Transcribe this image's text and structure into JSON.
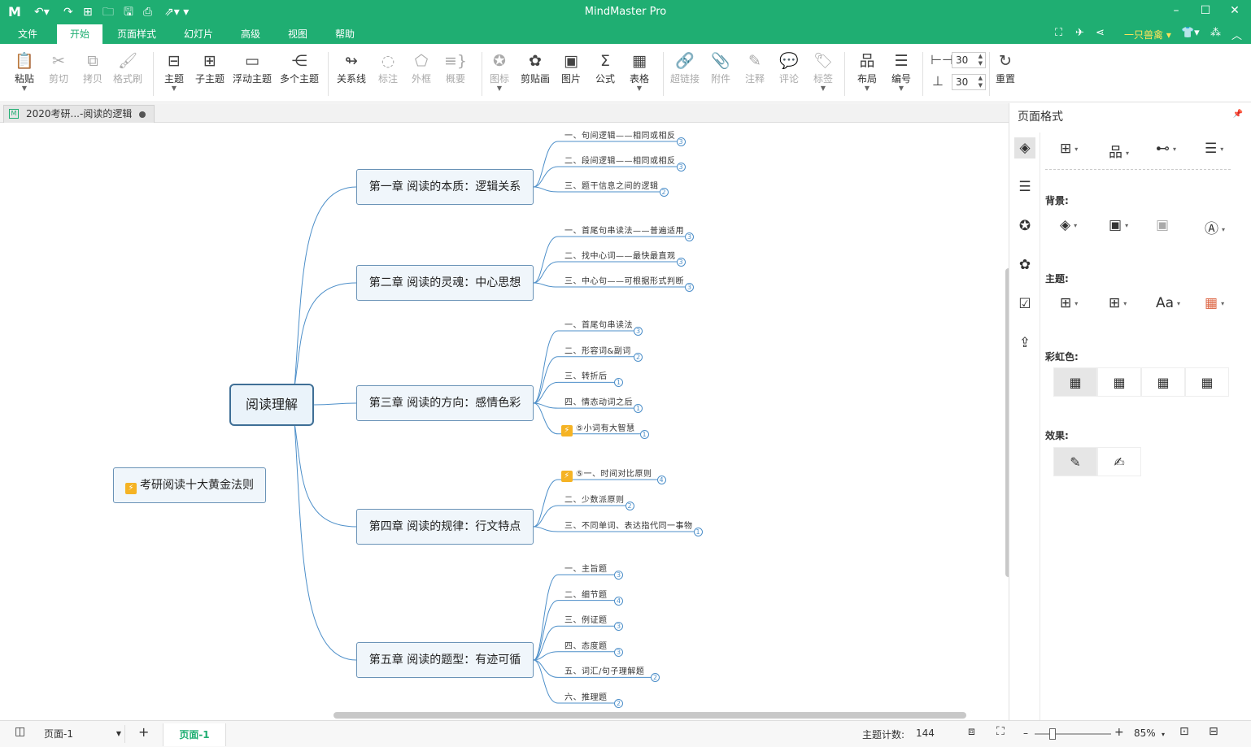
{
  "app": {
    "title": "MindMaster Pro",
    "logo": "M"
  },
  "quick_access": [
    "undo-icon",
    "redo-icon",
    "new-icon",
    "open-icon",
    "save-icon",
    "print-icon",
    "export-icon"
  ],
  "menu": {
    "items": [
      "文件",
      "开始",
      "页面样式",
      "幻灯片",
      "高级",
      "视图",
      "帮助"
    ],
    "active": "开始",
    "user": "一只兽禽"
  },
  "ribbon": {
    "groups": [
      [
        {
          "label": "粘贴",
          "icon": "📋",
          "car": true
        },
        {
          "label": "剪切",
          "icon": "✂",
          "dis": true
        },
        {
          "label": "拷贝",
          "icon": "⧉",
          "dis": true
        },
        {
          "label": "格式刷",
          "icon": "🖌",
          "dis": true
        }
      ],
      [
        {
          "label": "主题",
          "icon": "⊟",
          "car": true
        },
        {
          "label": "子主题",
          "icon": "⊞"
        },
        {
          "label": "浮动主题",
          "icon": "▭"
        },
        {
          "label": "多个主题",
          "icon": "⋲"
        }
      ],
      [
        {
          "label": "关系线",
          "icon": "↬"
        },
        {
          "label": "标注",
          "icon": "◌",
          "dis": true
        },
        {
          "label": "外框",
          "icon": "⬠",
          "dis": true
        },
        {
          "label": "概要",
          "icon": "≡}",
          "dis": true
        }
      ],
      [
        {
          "label": "图标",
          "icon": "✪",
          "dis": true,
          "car": true
        },
        {
          "label": "剪贴画",
          "icon": "✿"
        },
        {
          "label": "图片",
          "icon": "▣"
        },
        {
          "label": "公式",
          "icon": "Σ"
        },
        {
          "label": "表格",
          "icon": "▦",
          "car": true
        }
      ],
      [
        {
          "label": "超链接",
          "icon": "🔗",
          "dis": true
        },
        {
          "label": "附件",
          "icon": "📎",
          "dis": true
        },
        {
          "label": "注释",
          "icon": "✎",
          "dis": true
        },
        {
          "label": "评论",
          "icon": "💬",
          "dis": true
        },
        {
          "label": "标签",
          "icon": "🏷",
          "dis": true,
          "car": true
        }
      ],
      [
        {
          "label": "布局",
          "icon": "品",
          "car": true
        },
        {
          "label": "编号",
          "icon": "☰",
          "car": true
        }
      ],
      [
        {
          "label": "重置",
          "icon": "↻"
        }
      ]
    ],
    "spacing_h": "30",
    "spacing_v": "30"
  },
  "doc_tab": {
    "title": "2020考研...-阅读的逻辑"
  },
  "mindmap": {
    "root": "阅读理解",
    "floating": "考研阅读十大黄金法则",
    "chapters": [
      {
        "title": "第一章 阅读的本质：逻辑关系",
        "leaves": [
          {
            "t": "一、句间逻辑——相同或相反",
            "n": "3"
          },
          {
            "t": "二、段间逻辑——相同或相反",
            "n": "3"
          },
          {
            "t": "三、题干信息之间的逻辑",
            "n": "2"
          }
        ]
      },
      {
        "title": "第二章 阅读的灵魂：中心思想",
        "leaves": [
          {
            "t": "一、首尾句串读法——普遍适用",
            "n": "3"
          },
          {
            "t": "二、找中心词——最快最直观",
            "n": "3"
          },
          {
            "t": "三、中心句——可根据形式判断",
            "n": "3"
          }
        ]
      },
      {
        "title": "第三章 阅读的方向：感情色彩",
        "leaves": [
          {
            "t": "一、首尾句串读法",
            "n": "3"
          },
          {
            "t": "二、形容词&副词",
            "n": "2"
          },
          {
            "t": "三、转折后",
            "n": "1"
          },
          {
            "t": "四、情态动词之后",
            "n": "1"
          },
          {
            "t": "⑤小词有大智慧",
            "n": "1",
            "flash": true
          }
        ]
      },
      {
        "title": "第四章 阅读的规律：行文特点",
        "leaves": [
          {
            "t": "⑤一、时间对比原则",
            "n": "4",
            "flash": true
          },
          {
            "t": "二、少数派原则",
            "n": "2"
          },
          {
            "t": "三、不同单词、表达指代同一事物",
            "n": "1"
          }
        ]
      },
      {
        "title": "第五章 阅读的题型：有迹可循",
        "leaves": [
          {
            "t": "一、主旨题",
            "n": "3"
          },
          {
            "t": "二、细节题",
            "n": "4"
          },
          {
            "t": "三、例证题",
            "n": "3"
          },
          {
            "t": "四、态度题",
            "n": "3"
          },
          {
            "t": "五、词汇/句子理解题",
            "n": "2"
          },
          {
            "t": "六、推理题",
            "n": "2"
          }
        ]
      }
    ]
  },
  "right_panel": {
    "title": "页面格式",
    "sections": {
      "background": "背景:",
      "theme": "主题:",
      "rainbow": "彩虹色:",
      "effect": "效果:"
    }
  },
  "status": {
    "page_select": "页面-1",
    "page_tab": "页面-1",
    "topic_count_label": "主题计数:",
    "topic_count": "144",
    "zoom": "85%"
  },
  "colors": {
    "brand": "#1fae72",
    "node_border": "#6a93b7",
    "line": "#4d8fc9"
  }
}
